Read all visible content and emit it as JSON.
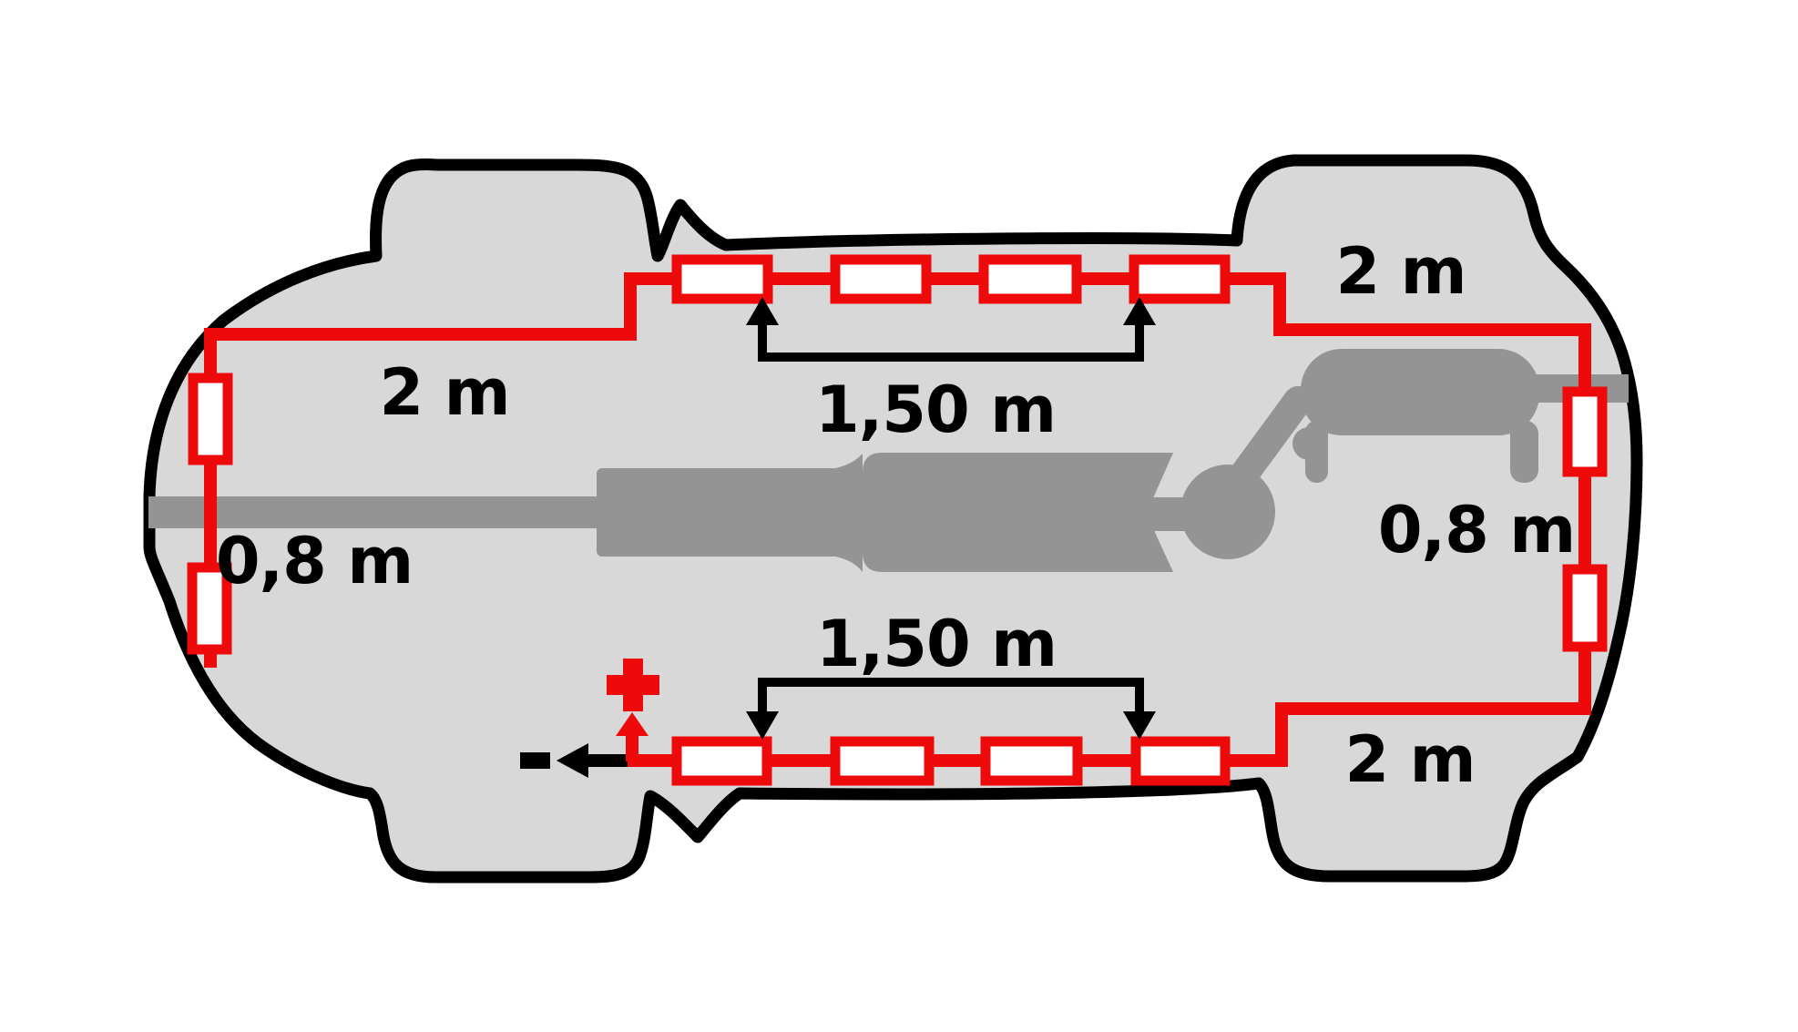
{
  "diagram": {
    "subject": "vehicle-underbody-wire-loop-top-view",
    "labels": {
      "top_left_length": "2 m",
      "top_wire_span": "1,50 m",
      "top_right_length": "2 m",
      "left_height": "0,8 m",
      "right_height": "0,8 m",
      "bottom_wire_span": "1,50 m",
      "bottom_right_length": "2 m"
    },
    "terminals": {
      "positive": "+",
      "negative": "−"
    },
    "icons": {
      "car_silhouette": "car-underbody-top-view",
      "wire": "red-wire-loop",
      "element": "suppressor-element",
      "dimension": "dimension-arrow",
      "plus": "plus-terminal",
      "minus": "minus-terminal"
    },
    "colors": {
      "wire_red": "#ee0a0a",
      "body_fill": "#d8d8d8",
      "drivetrain_gray": "#949494",
      "outline_black": "#000000",
      "background": "#ffffff",
      "element_fill": "#ffffff"
    }
  }
}
